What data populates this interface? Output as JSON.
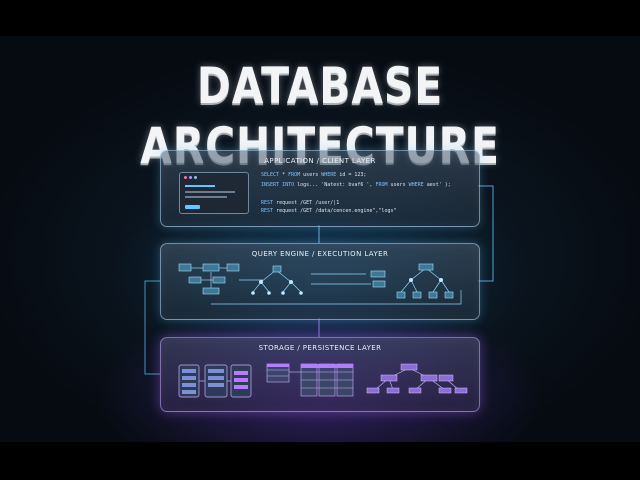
{
  "title": "DATABASE ARCHITECTURE",
  "layers": {
    "application": {
      "title": "APPLICATION / CLIENT LAYER",
      "code_lines": [
        "SELECT * FROM users WHERE id = 123;",
        "INSERT INTO logs... 'Natest: bvaf6 ', FROM users WHERE aest' );",
        "",
        "REST request /GET /user/|1",
        "REST request /GET /data/cencen.engine\",\"logs\""
      ]
    },
    "query": {
      "title": "QUERY ENGINE / EXECUTION LAYER"
    },
    "storage": {
      "title": "STORAGE / PERSISTENCE LAYER"
    }
  },
  "colors": {
    "accent_cyan": "#5ec8ff",
    "accent_purple": "#b07cff",
    "keyword": "#7fc4ff"
  }
}
